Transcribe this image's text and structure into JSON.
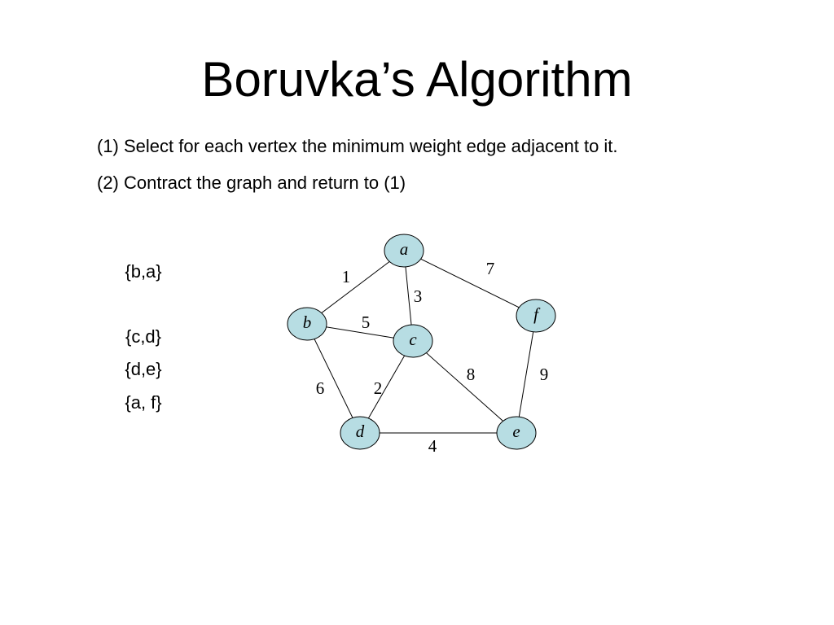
{
  "title": "Boruvka’s Algorithm",
  "steps": [
    "(1) Select for each vertex the minimum weight edge adjacent to it.",
    "(2) Contract the graph and return to (1)"
  ],
  "chosen_edges": [
    "{b,a}",
    "{c,d}",
    "{d,e}",
    "{a, f}"
  ],
  "graph": {
    "node_color": "#b7dde3",
    "nodes": [
      {
        "id": "a",
        "label": "a"
      },
      {
        "id": "b",
        "label": "b"
      },
      {
        "id": "c",
        "label": "c"
      },
      {
        "id": "d",
        "label": "d"
      },
      {
        "id": "e",
        "label": "e"
      },
      {
        "id": "f",
        "label": "f"
      }
    ],
    "edges": [
      {
        "from": "a",
        "to": "b",
        "weight": "1"
      },
      {
        "from": "a",
        "to": "f",
        "weight": "7"
      },
      {
        "from": "a",
        "to": "c",
        "weight": "3"
      },
      {
        "from": "b",
        "to": "c",
        "weight": "5"
      },
      {
        "from": "b",
        "to": "d",
        "weight": "6"
      },
      {
        "from": "c",
        "to": "d",
        "weight": "2"
      },
      {
        "from": "c",
        "to": "e",
        "weight": "8"
      },
      {
        "from": "f",
        "to": "e",
        "weight": "9"
      },
      {
        "from": "d",
        "to": "e",
        "weight": "4"
      }
    ]
  }
}
